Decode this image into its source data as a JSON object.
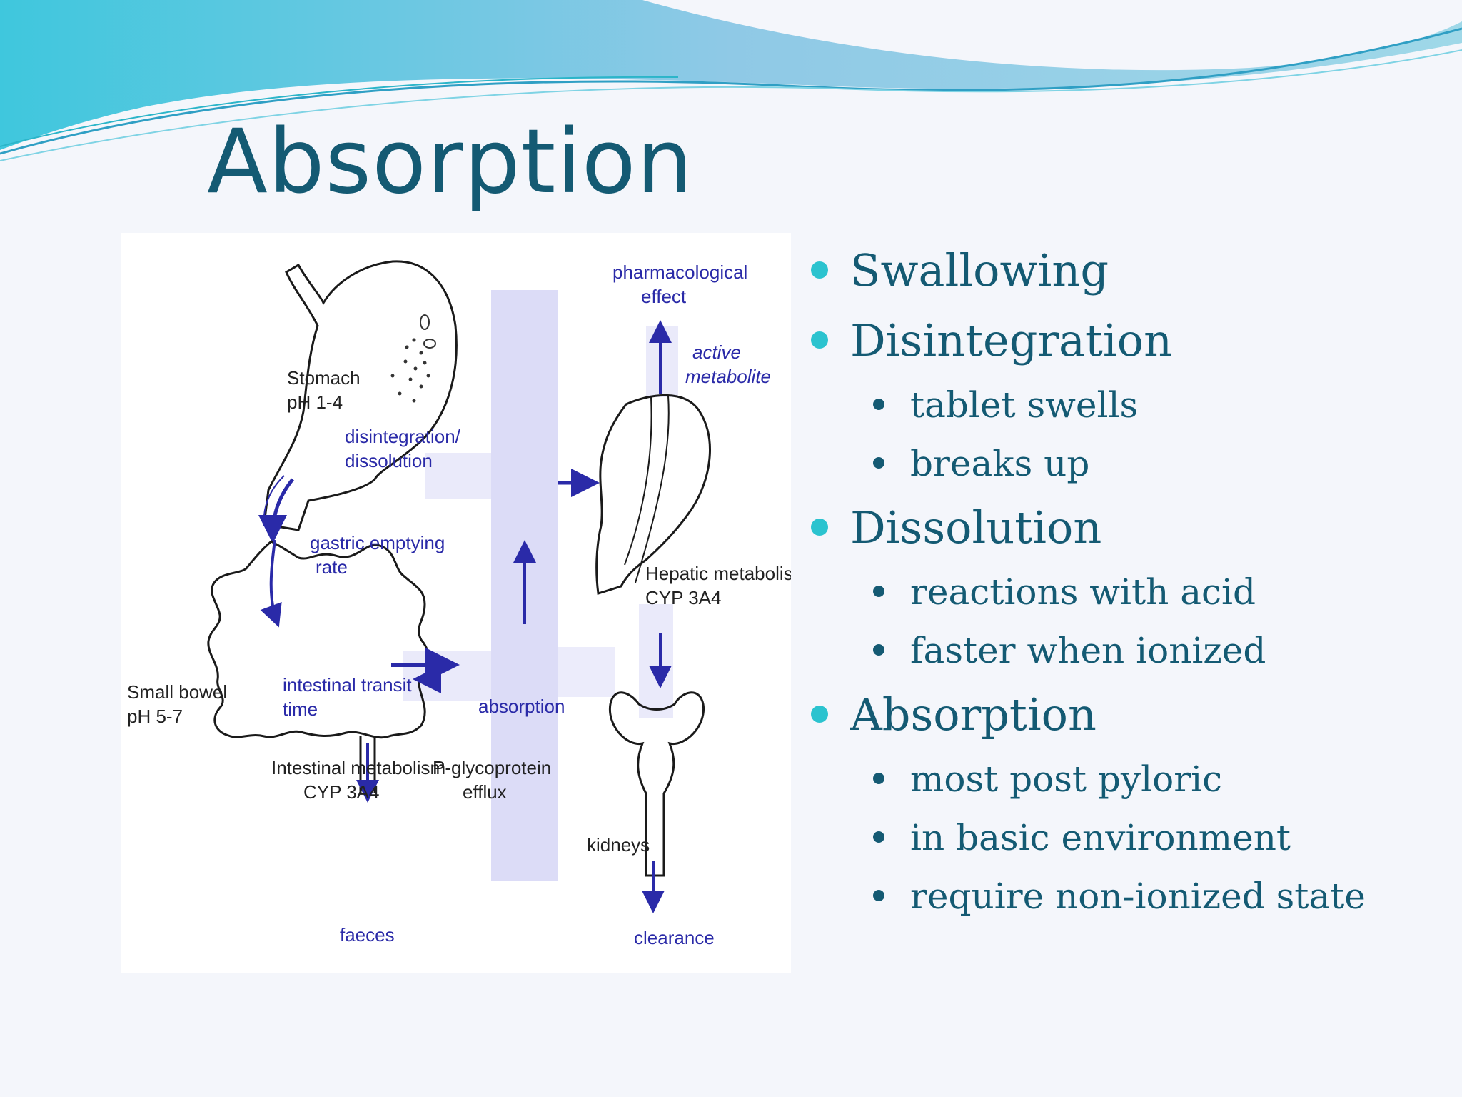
{
  "slide": {
    "title": "Absorption",
    "colors": {
      "title": "#145a73",
      "bullet_dot": "#2bc3cf",
      "wave": "#7ec9e4",
      "diagram_blue": "#2a2aa8"
    }
  },
  "diagram": {
    "labels": {
      "stomach": "Stomach",
      "stomach_ph": "pH 1-4",
      "disintegration": "disintegration/",
      "dissolution": "dissolution",
      "gastric_emptying": "gastric emptying",
      "gastric_rate": "rate",
      "small_bowel": "Small bowel",
      "small_bowel_ph": "pH 5-7",
      "intestinal_transit": "intestinal transit",
      "transit_time": "time",
      "intestinal_metabolism": "Intestinal metabolism",
      "intestinal_cyp": "CYP 3A4",
      "faeces": "faeces",
      "absorption": "absorption",
      "pgp": "P-glycoprotein",
      "efflux": "efflux",
      "pharmacological": "pharmacological",
      "effect": "effect",
      "active": "active",
      "metabolite": "metabolite",
      "hepatic_metabolism": "Hepatic metabolism",
      "hepatic_cyp": "CYP 3A4",
      "kidneys": "kidneys",
      "clearance": "clearance"
    }
  },
  "bullets": [
    {
      "text": "Swallowing",
      "children": []
    },
    {
      "text": "Disintegration",
      "children": [
        "tablet swells",
        "breaks up"
      ]
    },
    {
      "text": "Dissolution",
      "children": [
        "reactions with acid",
        "faster when ionized"
      ]
    },
    {
      "text": "Absorption",
      "children": [
        "most post pyloric",
        "in basic environment",
        "require non-ionized state"
      ]
    }
  ]
}
